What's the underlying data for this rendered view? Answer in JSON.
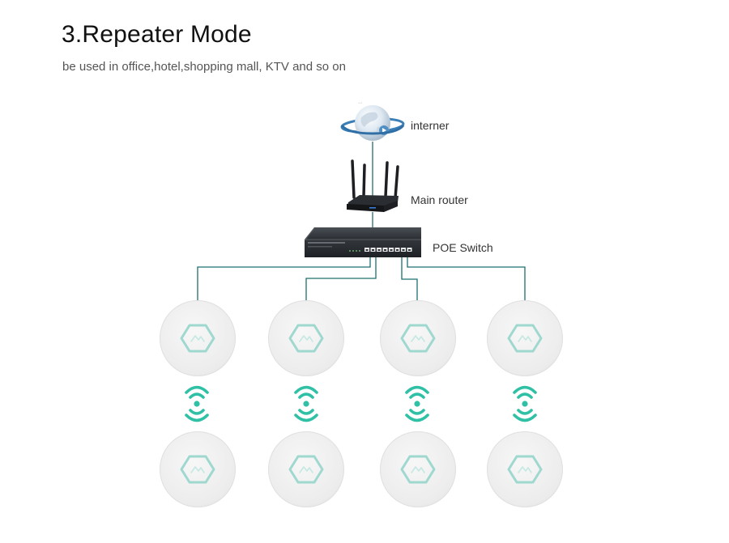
{
  "header": {
    "title": "3.Repeater Mode",
    "subtitle": "be used in office,hotel,shopping mall, KTV and so on"
  },
  "diagram": {
    "nodes": {
      "internet": {
        "label": "interner",
        "icon": "globe-icon"
      },
      "router": {
        "label": "Main router",
        "icon": "router-icon"
      },
      "switch": {
        "label": "POE Switch",
        "icon": "poe-switch-icon"
      }
    },
    "access_point_columns": 4,
    "access_point_rows": 2,
    "ap_icon": "ceiling-access-point-icon",
    "wireless_icon": "wifi-signal-icon",
    "colors": {
      "cable": "#1f6f6f",
      "ap_body": "#eeeeee",
      "ap_logo": "#9fd8cf",
      "wifi": "#2fc0a6",
      "switch_body": "#2c3035",
      "router_body": "#1d1f22"
    }
  }
}
